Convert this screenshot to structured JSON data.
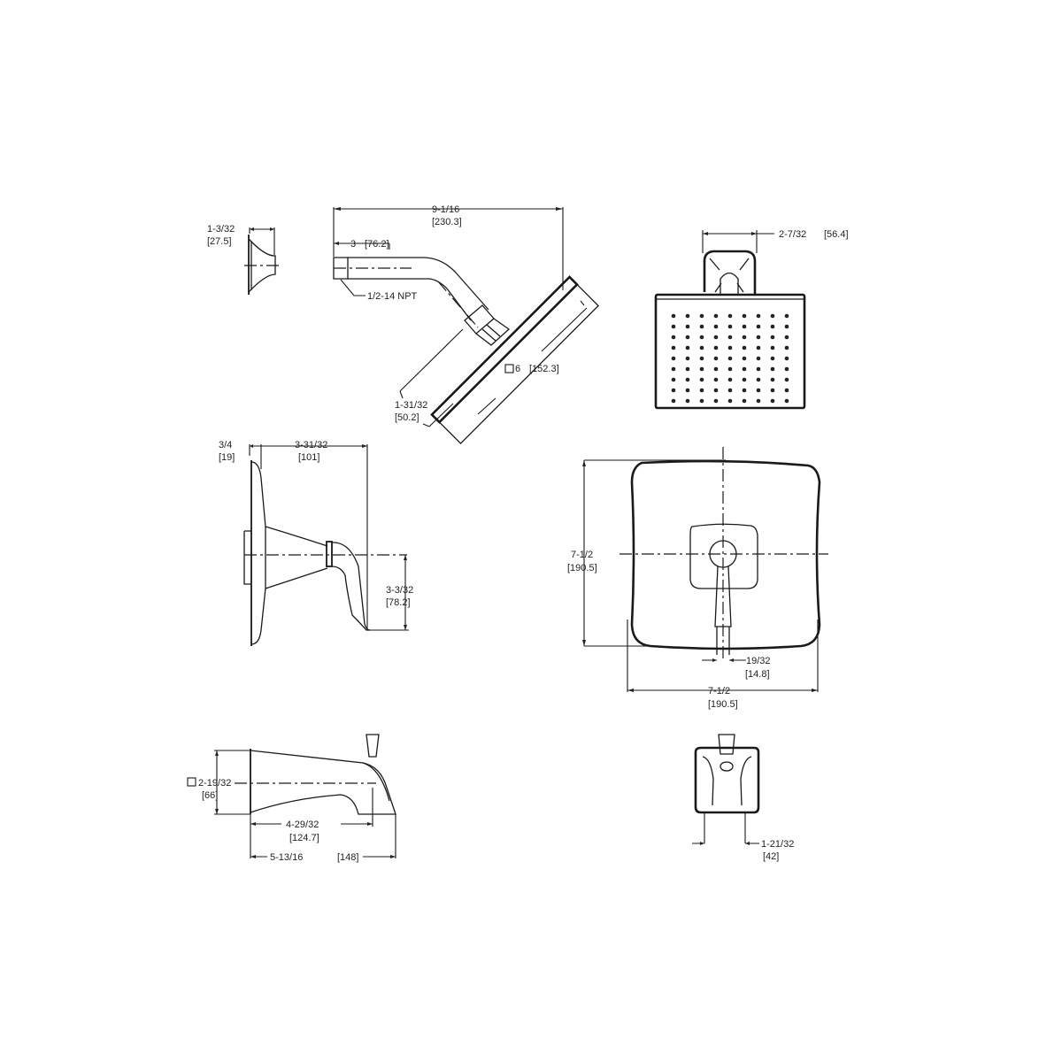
{
  "drawing": {
    "title": "Shower trim kit dimensional drawing",
    "units": "inches [mm]"
  },
  "views": {
    "shower_arm_flange": {
      "dim_depth": {
        "in": "1-3/32",
        "mm": "[27.5]"
      }
    },
    "shower_arm_and_head_side": {
      "dim_overall_reach": {
        "in": "9-1/16",
        "mm": "[230.3]"
      },
      "dim_arm": {
        "in": "3",
        "mm": "[76.2]"
      },
      "thread_callout": "1/2-14 NPT",
      "dim_head_square": {
        "symbol": "□",
        "in": "6",
        "mm": "[152.3]"
      },
      "dim_head_thickness": {
        "in": "1-31/32",
        "mm": "[50.2]"
      }
    },
    "shower_head_front": {
      "dim_escutcheon_width": {
        "in": "2-7/32",
        "mm": "[56.4]"
      },
      "nozzle_grid": {
        "rows": 9,
        "cols": 9
      }
    },
    "valve_trim_side": {
      "dim_plate_depth": {
        "in": "3/4",
        "mm": "[19]"
      },
      "dim_handle_projection": {
        "in": "3-31/32",
        "mm": "[101]"
      },
      "dim_handle_drop": {
        "in": "3-3/32",
        "mm": "[78.2]"
      }
    },
    "valve_trim_front": {
      "dim_height": {
        "in": "7-1/2",
        "mm": "[190.5]"
      },
      "dim_width": {
        "in": "7-1/2",
        "mm": "[190.5]"
      },
      "dim_handle_width": {
        "in": "19/32",
        "mm": "[14.8]"
      }
    },
    "tub_spout_side": {
      "dim_square": {
        "symbol": "□",
        "in": "2-19/32",
        "mm": "[66]"
      },
      "dim_outlet_reach": {
        "in": "4-29/32",
        "mm": "[124.7]"
      },
      "dim_overall_reach": {
        "in": "5-13/16",
        "mm": "[148]"
      }
    },
    "tub_spout_front": {
      "dim_width": {
        "in": "1-21/32",
        "mm": "[42]"
      }
    }
  }
}
